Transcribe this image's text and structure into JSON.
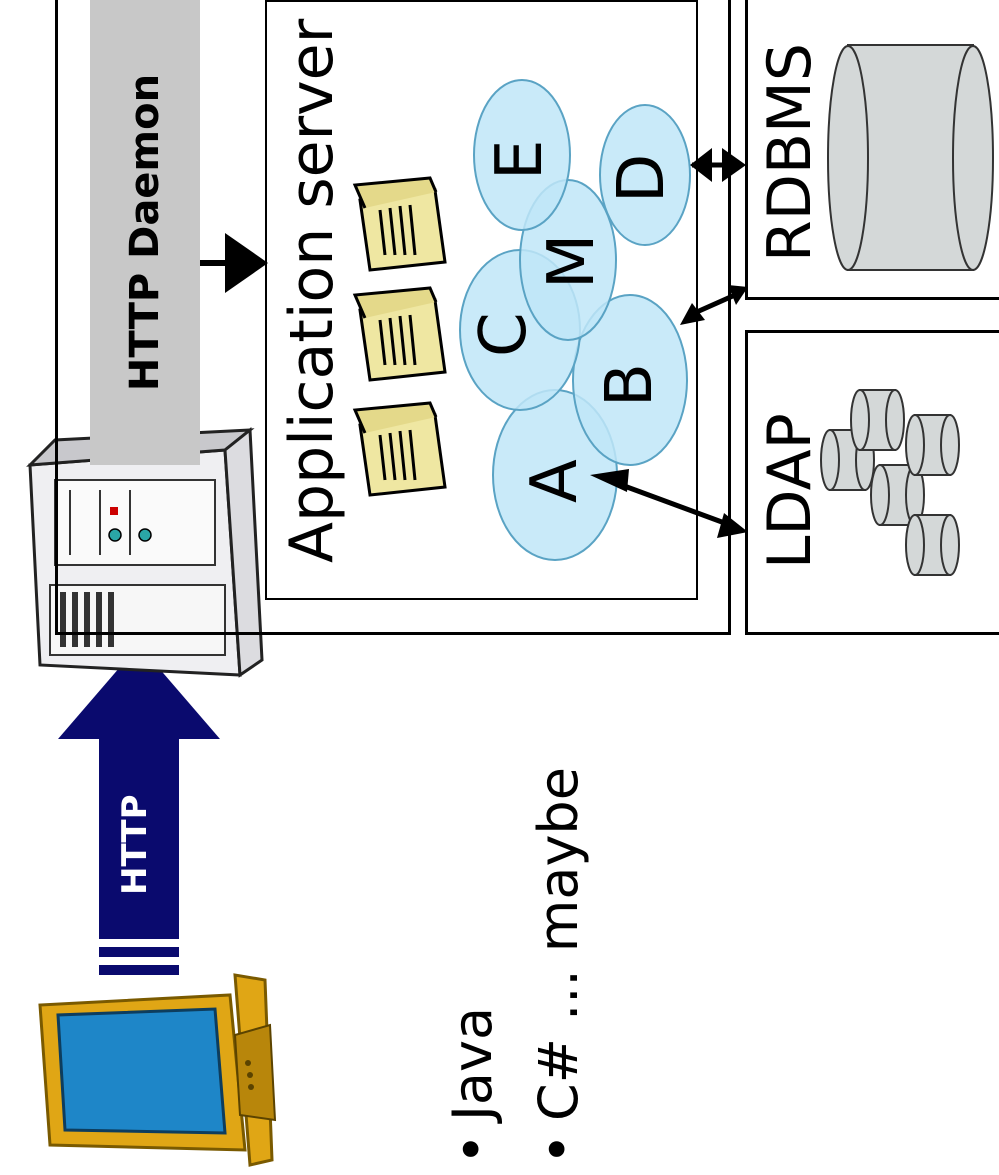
{
  "labels": {
    "http_arrow": "HTTP",
    "http_daemon": "HTTP Daemon",
    "app_server": "Application server",
    "rdbms": "RDBMS",
    "ldap": "LDAP"
  },
  "components": [
    "A",
    "B",
    "C",
    "M",
    "D",
    "E"
  ],
  "bullets": [
    {
      "text": "Java"
    },
    {
      "text": "C# ... maybe"
    }
  ],
  "colors": {
    "http_arrow": "#0a0a6e",
    "daemon_bar": "#c8c8c8",
    "component_fill": "#bfe6f8",
    "component_stroke": "#5aa3c4",
    "document_icon": "#efe7a2",
    "storage_cylinder": "#d4d8d8"
  },
  "icons": [
    "client-monitor-icon",
    "server-tower-icon",
    "document-icon",
    "database-cylinder-icon",
    "directory-tree-icon"
  ]
}
